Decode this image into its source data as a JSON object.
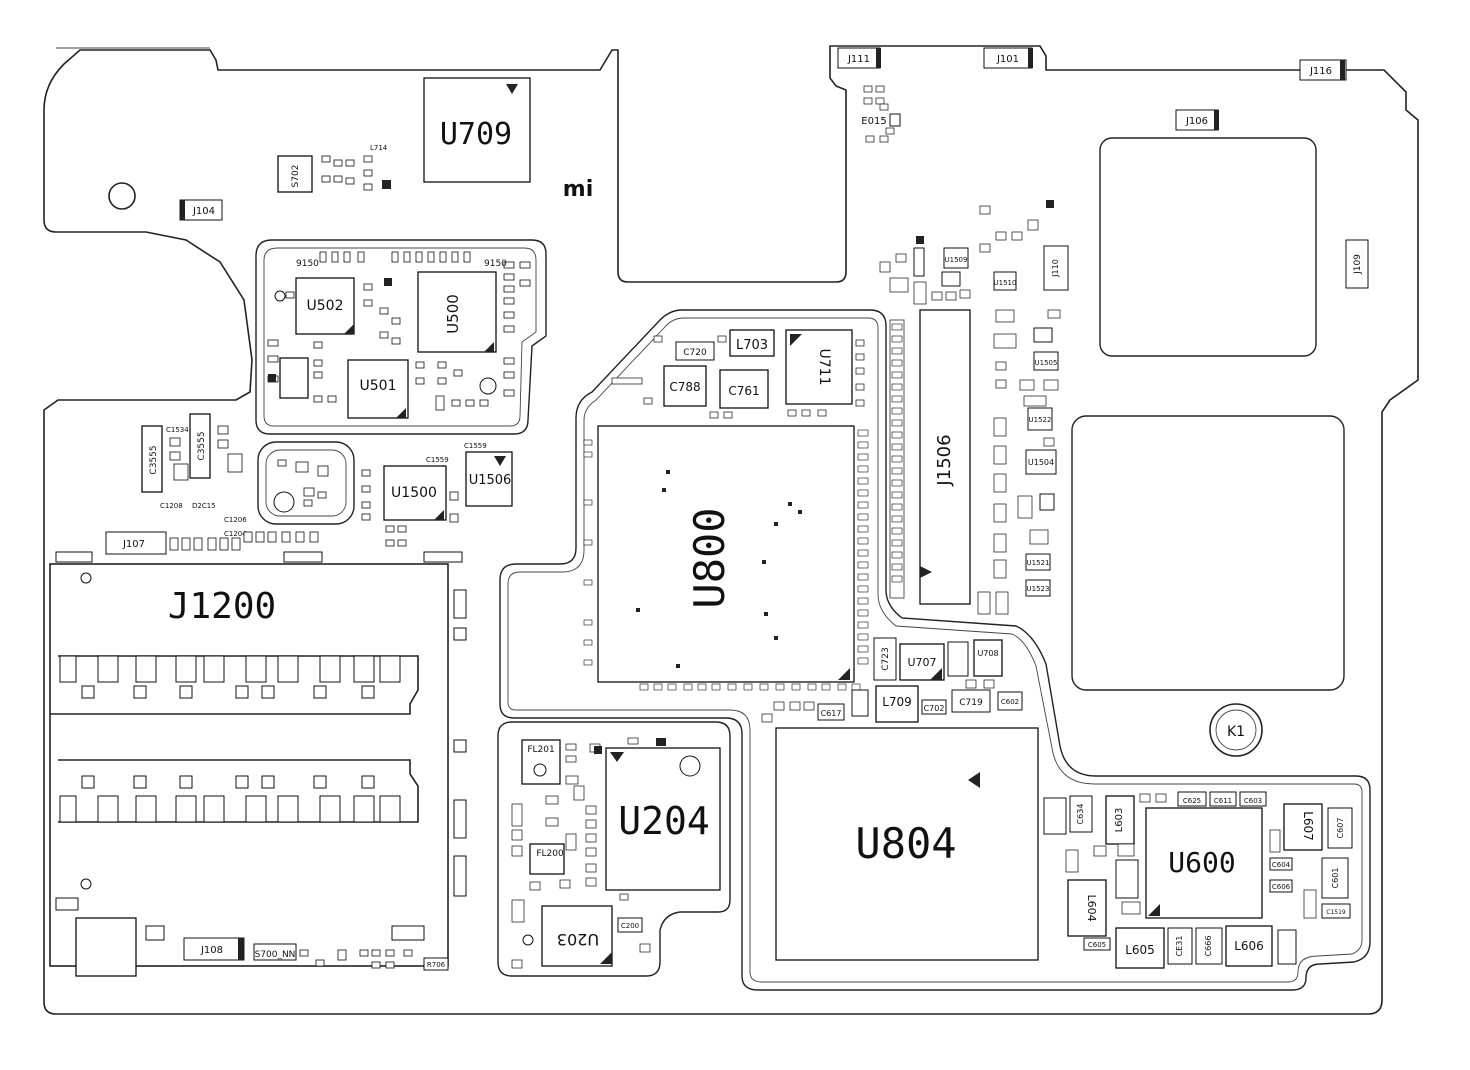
{
  "logo": "mi",
  "components": {
    "u709": "U709",
    "u502": "U502",
    "u500": "U500",
    "u501": "U501",
    "u1500": "U1500",
    "u1506": "U1506",
    "u800": "U800",
    "u711": "U711",
    "u204": "U204",
    "u203": "U203",
    "u804": "U804",
    "u600": "U600",
    "u707": "U707",
    "u708": "U708",
    "u1509": "U1509",
    "u1510": "U1510",
    "u1505": "U1505",
    "u1504": "U1504",
    "u1521": "U1521",
    "u1523": "U1523",
    "u1522": "U1522",
    "e015": "E015",
    "k1": "K1",
    "j1200": "J1200",
    "j1506": "J1506",
    "j104": "J104",
    "j107": "J107",
    "j108": "J108",
    "j111": "J111",
    "j101": "J101",
    "j116": "J116",
    "j106": "J106",
    "j109": "J109",
    "j110": "J110",
    "fl201": "FL201",
    "fl200": "FL200",
    "s700": "S700_NN",
    "r706": "R706",
    "l703": "L703",
    "l709": "L709",
    "l714": "L714",
    "l603": "L603",
    "l604": "L604",
    "l605": "L605",
    "l606": "L606",
    "l607": "L607",
    "c720": "C720",
    "c788": "C788",
    "c761": "C761",
    "c723": "C723",
    "c719": "C719",
    "c702": "C702",
    "c702b": "C602",
    "c617": "C617",
    "c634": "C634",
    "c625": "C625",
    "c611": "C611",
    "c603": "C603",
    "c607": "C607",
    "c604": "C604",
    "c606": "C606",
    "c601": "C601",
    "c1519": "C1519",
    "c605": "C605",
    "c666": "C666",
    "c631": "CE31",
    "c200": "C200",
    "c1208": "C1208",
    "c1206": "C1206",
    "c1204": "C1204",
    "c1534": "C1534",
    "c1559": "C1559",
    "c1559b": "C1559",
    "c3555a": "C3555",
    "c3555b": "C3555",
    "s702": "S702",
    "c9150a": "9150",
    "c9150b": "9150"
  }
}
